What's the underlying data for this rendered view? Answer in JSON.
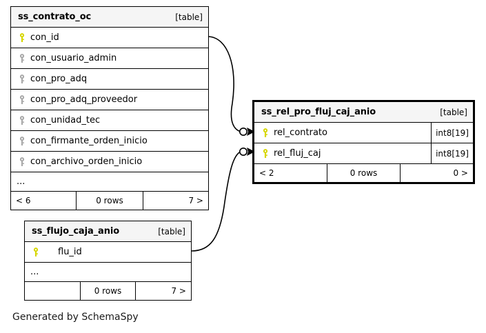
{
  "diagram": {
    "caption": "Generated by SchemaSpy",
    "table_tag": "[table]",
    "ellipsis": "...",
    "colors": {
      "pk_key": "#d6d600",
      "fk_key": "#a9a9a9",
      "border": "#000000",
      "header_bg": "#f5f5f5",
      "background": "#ffffff"
    }
  },
  "tables": [
    {
      "name": "ss_contrato_oc",
      "tag": "[table]",
      "focal": false,
      "columns": [
        {
          "name": "con_id",
          "key": "pk",
          "type": ""
        },
        {
          "name": "con_usuario_admin",
          "key": "fk",
          "type": ""
        },
        {
          "name": "con_pro_adq",
          "key": "fk",
          "type": ""
        },
        {
          "name": "con_pro_adq_proveedor",
          "key": "fk",
          "type": ""
        },
        {
          "name": "con_unidad_tec",
          "key": "fk",
          "type": ""
        },
        {
          "name": "con_firmante_orden_inicio",
          "key": "fk",
          "type": ""
        },
        {
          "name": "con_archivo_orden_inicio",
          "key": "fk",
          "type": ""
        }
      ],
      "has_ellipsis": true,
      "footer": {
        "left": "< 6",
        "middle": "0 rows",
        "right": "7 >"
      }
    },
    {
      "name": "ss_rel_pro_fluj_caj_anio",
      "tag": "[table]",
      "focal": true,
      "columns": [
        {
          "name": "rel_contrato",
          "key": "pk",
          "type": "int8[19]"
        },
        {
          "name": "rel_fluj_caj",
          "key": "pk",
          "type": "int8[19]"
        }
      ],
      "has_ellipsis": false,
      "footer": {
        "left": "< 2",
        "middle": "0 rows",
        "right": "0 >"
      }
    },
    {
      "name": "ss_flujo_caja_anio",
      "tag": "[table]",
      "focal": false,
      "columns": [
        {
          "name": "flu_id",
          "key": "pk",
          "type": ""
        }
      ],
      "has_ellipsis": true,
      "footer": {
        "left": "",
        "middle": "0 rows",
        "right": "7 >"
      }
    }
  ],
  "relationships": [
    {
      "from_table": "ss_contrato_oc",
      "from_column": "con_id",
      "to_table": "ss_rel_pro_fluj_caj_anio",
      "to_column": "rel_contrato",
      "notation": "zero-or-many"
    },
    {
      "from_table": "ss_flujo_caja_anio",
      "from_column": "flu_id",
      "to_table": "ss_rel_pro_fluj_caj_anio",
      "to_column": "rel_fluj_caj",
      "notation": "zero-or-many"
    }
  ]
}
